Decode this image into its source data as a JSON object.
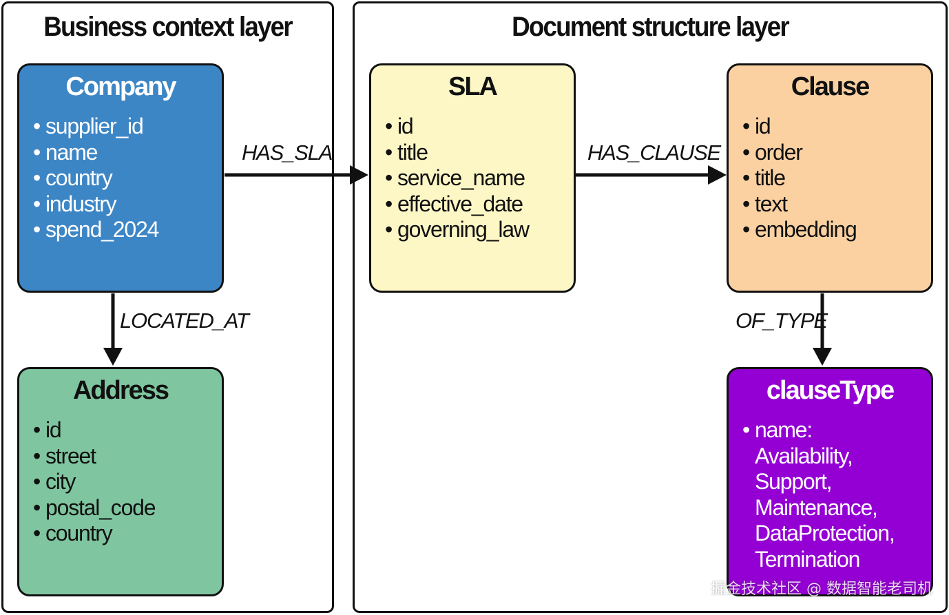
{
  "layers": {
    "business": {
      "title": "Business context layer"
    },
    "document": {
      "title": "Document structure layer"
    }
  },
  "nodes": {
    "company": {
      "title": "Company",
      "color": "#3d86c6",
      "props": [
        "supplier_id",
        "name",
        "country",
        "industry",
        "spend_2024"
      ]
    },
    "address": {
      "title": "Address",
      "color": "#7fc6a0",
      "props": [
        "id",
        "street",
        "city",
        "postal_code",
        "country"
      ]
    },
    "sla": {
      "title": "SLA",
      "color": "#fdf7c6",
      "props": [
        "id",
        "title",
        "service_name",
        "effective_date",
        "governing_law"
      ]
    },
    "clause": {
      "title": "Clause",
      "color": "#fbd1a2",
      "props": [
        "id",
        "order",
        "title",
        "text",
        "embedding"
      ]
    },
    "clause_type": {
      "title": "clauseType",
      "color": "#9400d3",
      "prop_name": "name:",
      "prop_values": [
        "Availability,",
        "Support,",
        "Maintenance,",
        "DataProtection,",
        "Termination"
      ]
    }
  },
  "edges": {
    "has_sla": "HAS_SLA",
    "has_clause": "HAS_CLAUSE",
    "located_at": "LOCATED_AT",
    "of_type": "OF_TYPE"
  },
  "bullet": "•",
  "watermark": "掘金技术社区 @ 数据智能老司机"
}
